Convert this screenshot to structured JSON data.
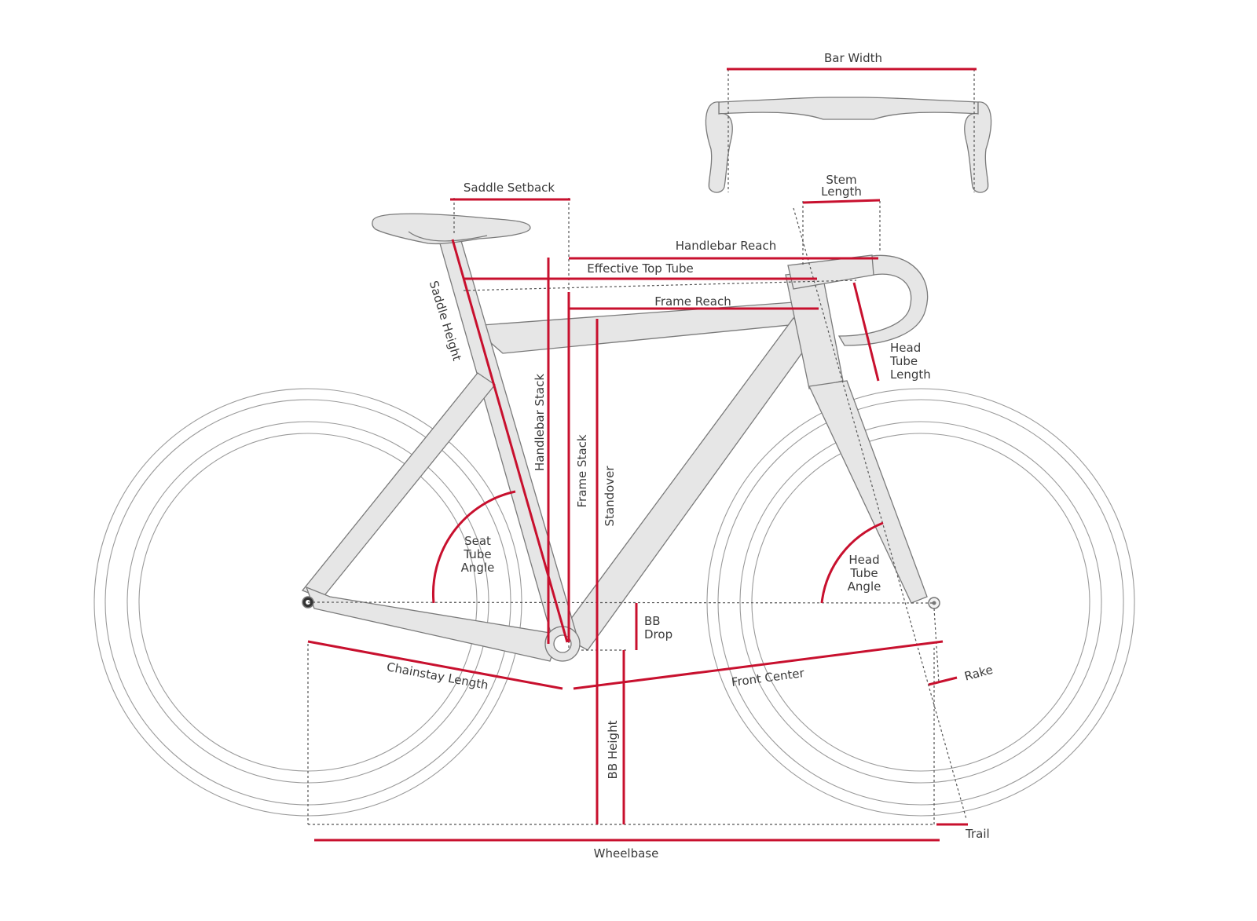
{
  "colors": {
    "measure": "#c8102e",
    "frame_fill": "#e6e6e6",
    "outline": "#7a7a7a",
    "text": "#3a3a3a",
    "background": "#ffffff"
  },
  "labels": {
    "bar_width": "Bar Width",
    "stem_length_1": "Stem",
    "stem_length_2": "Length",
    "saddle_setback": "Saddle Setback",
    "handlebar_reach": "Handlebar Reach",
    "effective_top_tube": "Effective Top Tube",
    "frame_reach": "Frame Reach",
    "saddle_height": "Saddle Height",
    "handlebar_stack": "Handlebar Stack",
    "frame_stack": "Frame Stack",
    "standover": "Standover",
    "head_tube_length_1": "Head",
    "head_tube_length_2": "Tube",
    "head_tube_length_3": "Length",
    "seat_tube_angle_1": "Seat",
    "seat_tube_angle_2": "Tube",
    "seat_tube_angle_3": "Angle",
    "head_tube_angle_1": "Head",
    "head_tube_angle_2": "Tube",
    "head_tube_angle_3": "Angle",
    "bb_drop_1": "BB",
    "bb_drop_2": "Drop",
    "chainstay_length": "Chainstay Length",
    "front_center": "Front Center",
    "rake": "Rake",
    "bb_height": "BB Height",
    "trail": "Trail",
    "wheelbase": "Wheelbase"
  }
}
